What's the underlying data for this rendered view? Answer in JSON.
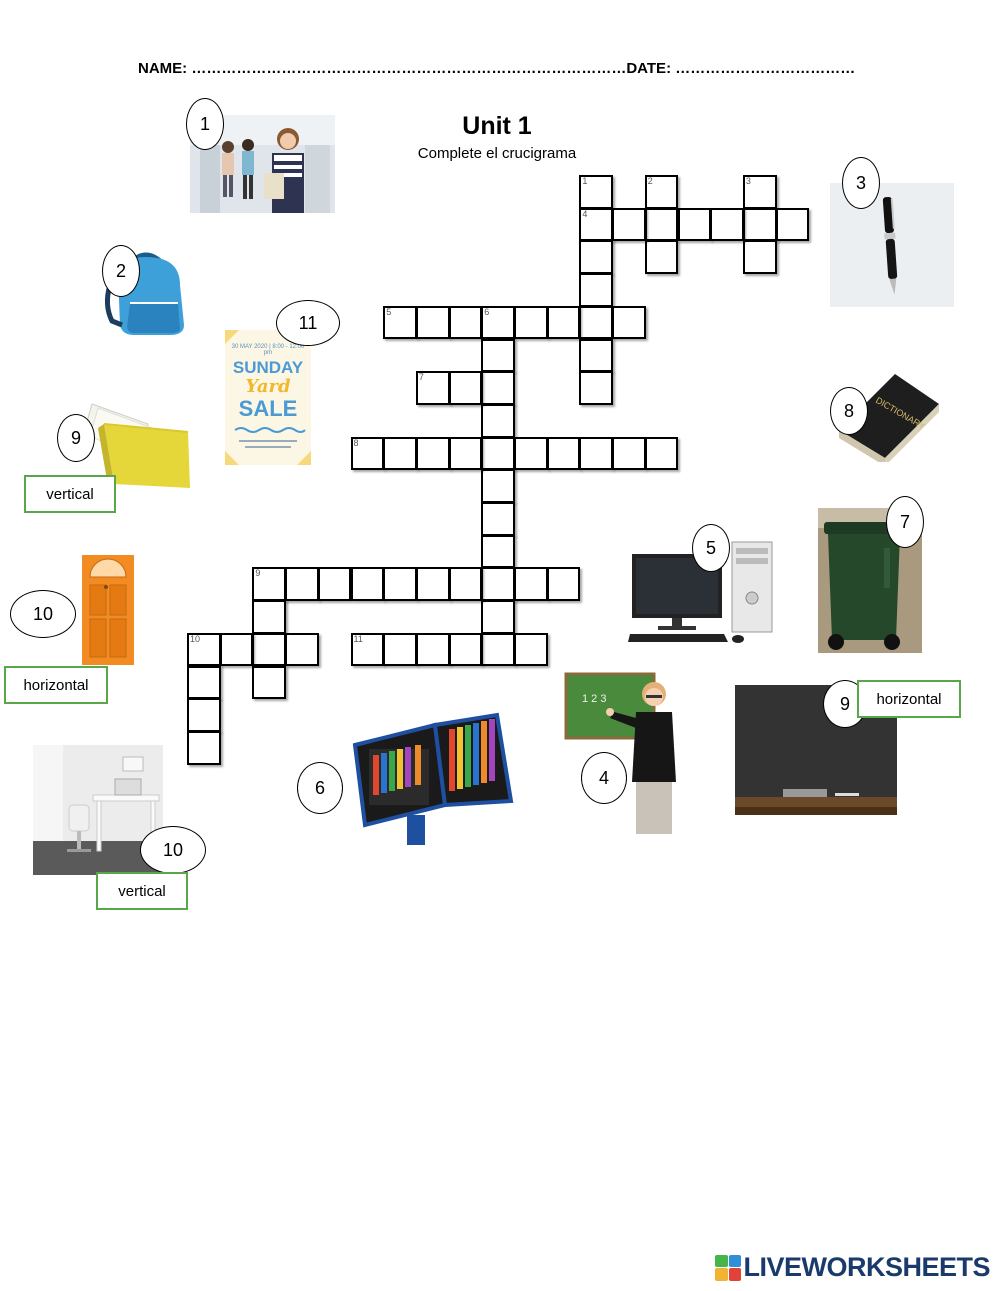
{
  "header": {
    "name_label": "NAME:",
    "name_dots": "……………………………………………………………………………",
    "date_label": "DATE:",
    "date_dots": "………………………………"
  },
  "title": "Unit 1",
  "subtitle": "Complete el crucigrama",
  "clue_numbers": {
    "n1": "1",
    "n2": "2",
    "n3": "3",
    "n4": "4",
    "n5": "5",
    "n6": "6",
    "n7": "7",
    "n8": "8",
    "n9a": "9",
    "n9b": "9",
    "n10a": "10",
    "n10b": "10",
    "n11": "11"
  },
  "labels": {
    "vertical_9": "vertical",
    "horizontal_10": "horizontal",
    "horizontal_9": "horizontal",
    "vertical_10": "vertical"
  },
  "yard_sale": {
    "top": "30 MAY 2020 | 8:00 - 12:00 pm",
    "line1": "SUNDAY",
    "line2": "Yard",
    "line3": "SALE"
  },
  "dictionary_text": "DICTIONARY",
  "board_text": "1 2 3",
  "logo": "LIVEWORKSHEETS",
  "colors": {
    "green_border": "#5aa64b",
    "logo_blue": "#1a3a6b"
  }
}
